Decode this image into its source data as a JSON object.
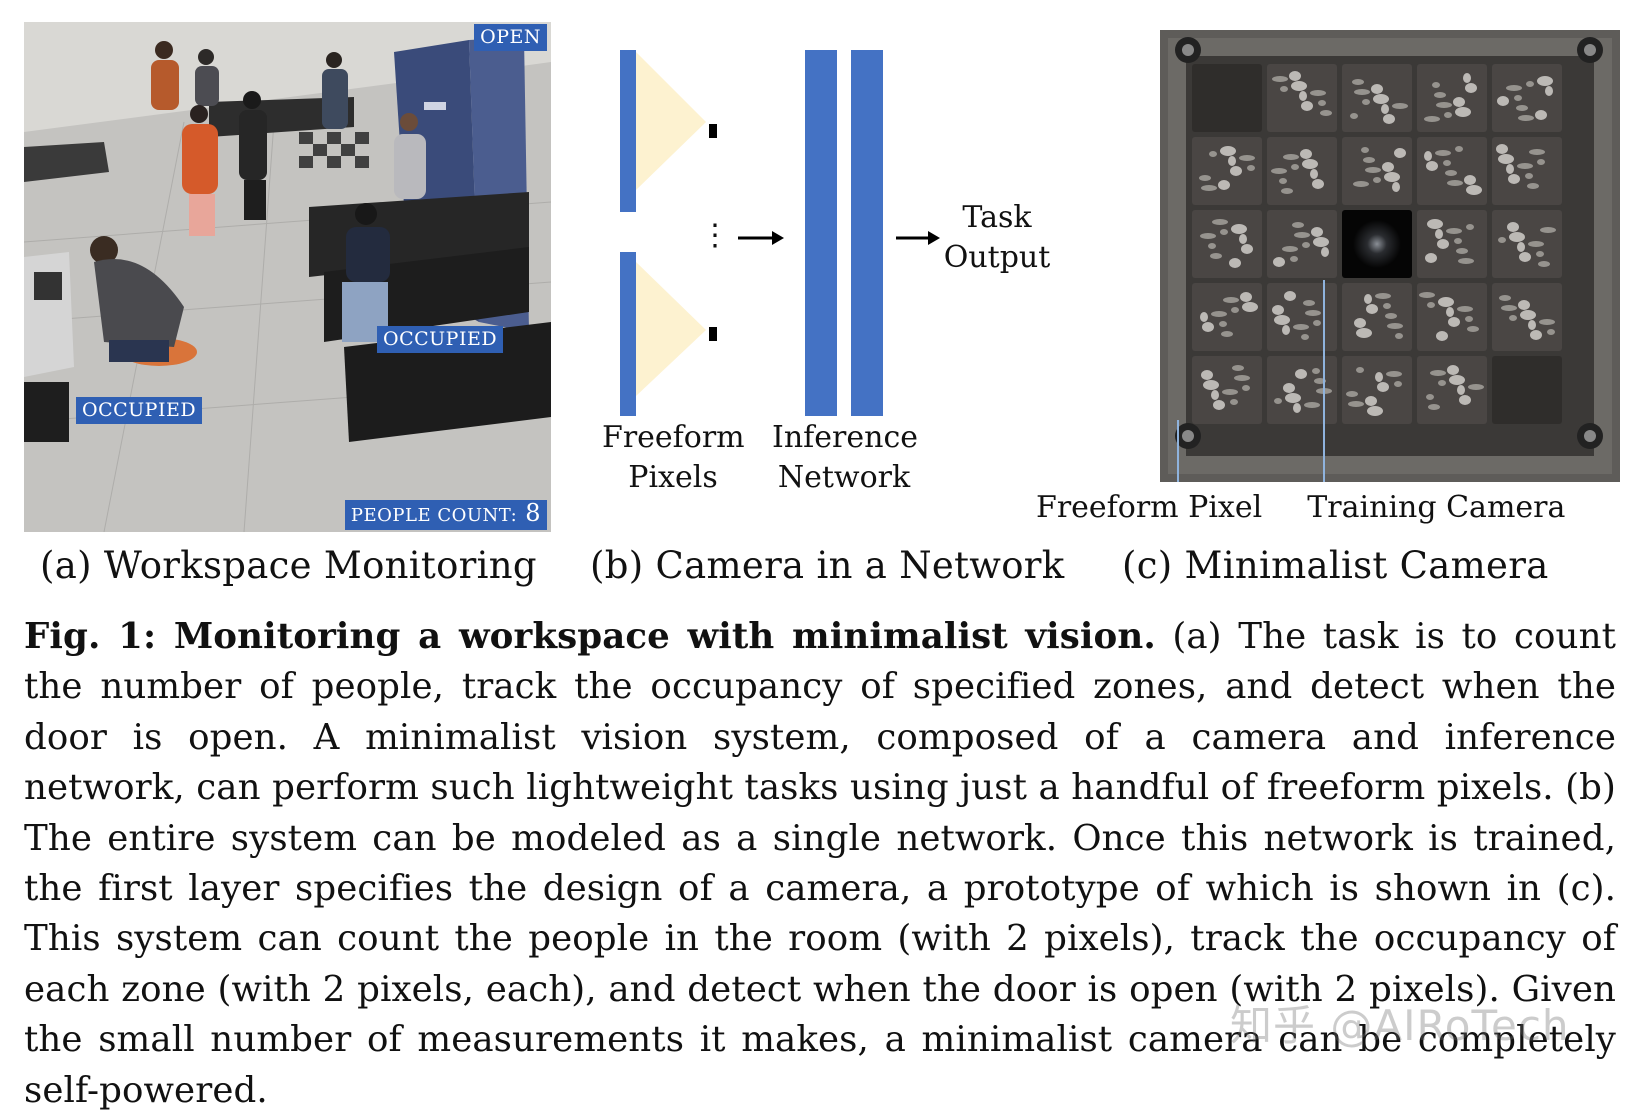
{
  "panel_a": {
    "tag_open": "OPEN",
    "tag_occupied_1": "OCCUPIED",
    "tag_occupied_2": "OCCUPIED",
    "people_count_label": "PEOPLE COUNT:",
    "people_count_value": "8",
    "subcaption": "(a) Workspace Monitoring"
  },
  "panel_b": {
    "ellipsis": "⋮",
    "label_freeform_1": "Freeform",
    "label_freeform_2": "Pixels",
    "label_inference_1": "Inference",
    "label_inference_2": "Network",
    "label_task_1": "Task",
    "label_task_2": "Output",
    "subcaption": "(b) Camera in a Network",
    "colors": {
      "blue": "#4472c4",
      "cone": "#fdf2d0"
    }
  },
  "panel_c": {
    "label_pixel": "Freeform Pixel",
    "label_camera": "Training Camera",
    "subcaption": "(c) Minimalist Camera"
  },
  "caption": {
    "bold_title": "Fig. 1: Monitoring a workspace with minimalist vision.",
    "body": " (a) The task is to count the number of people, track the occupancy of specified zones, and detect when the door is open. A minimalist vision system, composed of a camera and inference network, can perform such lightweight tasks using just a handful of freeform pixels. (b) The entire system can be modeled as a single network. Once this network is trained, the first layer specifies the design of a camera, a prototype of which is shown in (c). This system can count the people in the room (with 2 pixels), track the occupancy of each zone (with 2 pixels, each), and detect when the door is open (with 2 pixels). Given the small number of measurements it makes, a minimalist camera can be completely self-powered."
  },
  "watermark": "知乎 @AIRoTech"
}
